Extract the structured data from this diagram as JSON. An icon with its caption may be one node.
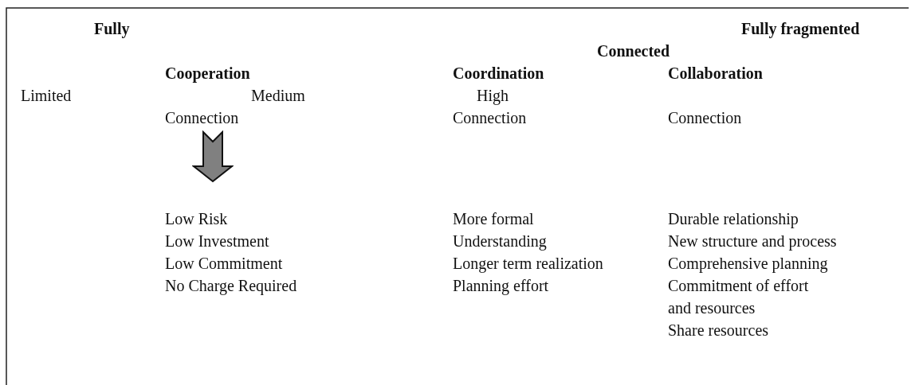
{
  "diagram": {
    "labels": [
      "Fully",
      "Fully fragmented",
      "Connected",
      "Cooperation",
      "Coordination",
      "Collaboration",
      "Limited",
      "Medium",
      "High",
      "Connection",
      "Connection",
      "Connection",
      "Low Risk",
      "More formal",
      "Durable relationship",
      "Low Investment",
      "Understanding",
      "New structure and process",
      "Low Commitment",
      "Longer term realization",
      "Comprehensive planning",
      "No Charge Required",
      "Planning effort",
      "Commitment of effort and resources",
      "Share resources"
    ]
  }
}
